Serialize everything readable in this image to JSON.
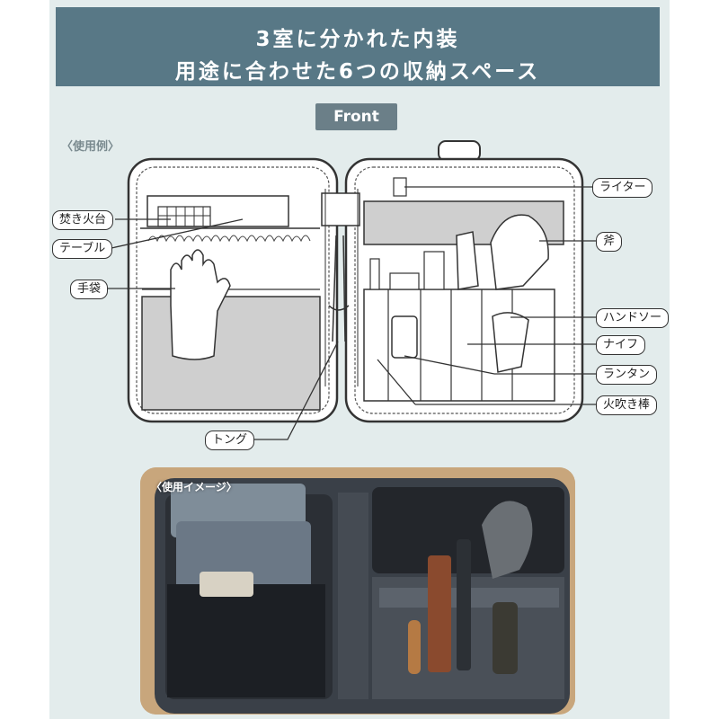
{
  "banner": {
    "line1": "3室に分かれた内装",
    "line2": "用途に合わせた6つの収納スペース"
  },
  "tag_front": "Front",
  "example_heading": "〈使用例〉",
  "labels": {
    "left": [
      "焚き火台",
      "テーブル",
      "手袋",
      "トング"
    ],
    "right": [
      "ライター",
      "斧",
      "ハンドソー",
      "ナイフ",
      "ランタン",
      "火吹き棒"
    ]
  },
  "photo_caption": "〈使用イメージ〉",
  "colors": {
    "banner": "#587886",
    "tag": "#6b7f88",
    "background": "#e3ecec",
    "photo_bag": "#3a4048",
    "photo_floor": "#c8a67c"
  }
}
